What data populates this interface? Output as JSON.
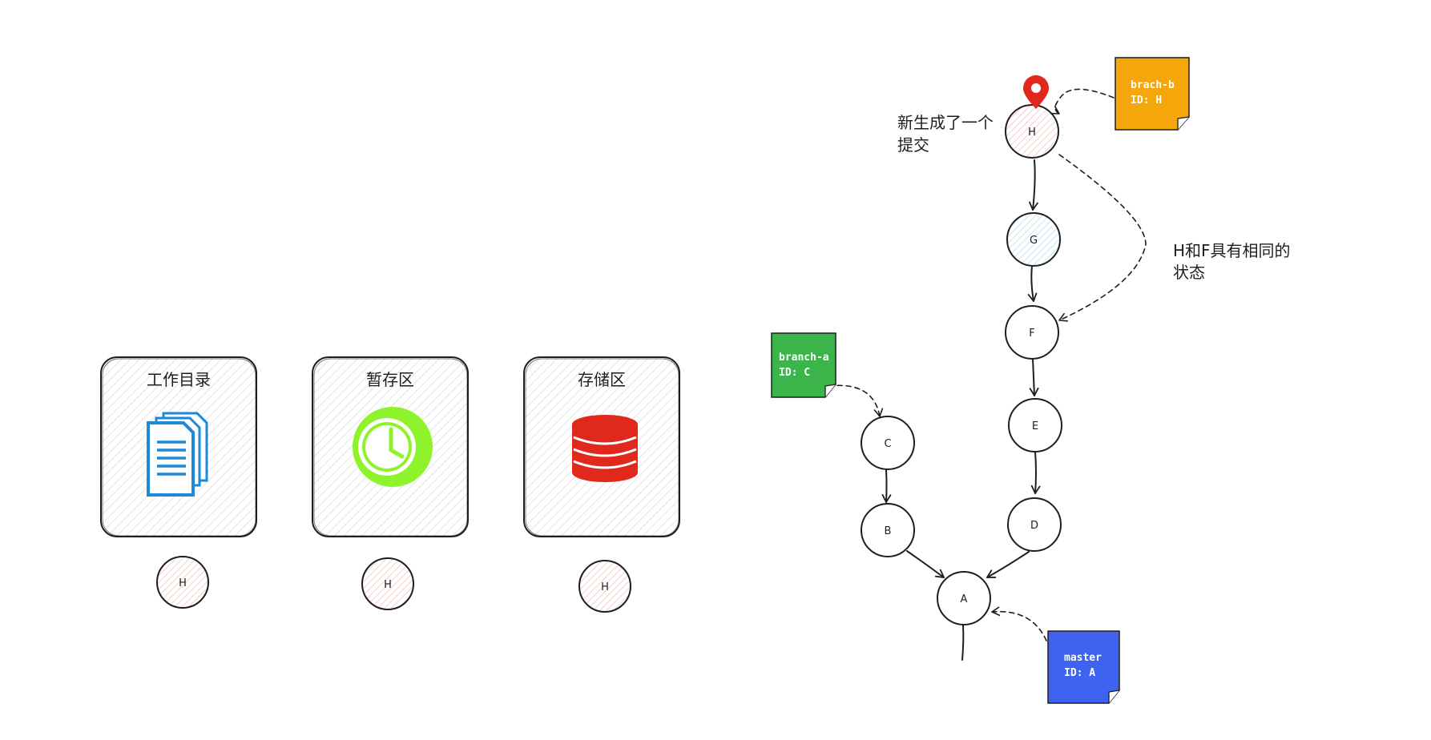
{
  "areas": [
    {
      "title": "工作目录",
      "commit": "H",
      "icon": "documents-icon",
      "color": "#1c8ad8"
    },
    {
      "title": "暂存区",
      "commit": "H",
      "icon": "clock-icon",
      "color": "#8ef32a"
    },
    {
      "title": "存储区",
      "commit": "H",
      "icon": "database-icon",
      "color": "#e0281d"
    }
  ],
  "commits": {
    "H": "H",
    "G": "G",
    "F": "F",
    "E": "E",
    "D": "D",
    "C": "C",
    "B": "B",
    "A": "A"
  },
  "branches": {
    "brach_b": {
      "name": "brach-b",
      "id_line": "ID: H",
      "color": "#f4a60b"
    },
    "branch_a": {
      "name": "branch-a",
      "id_line": "ID: C",
      "color": "#3bb44a"
    },
    "master": {
      "name": "master",
      "id_line": "ID: A",
      "color": "#3d63f0"
    }
  },
  "annotations": {
    "new_commit": {
      "line1": "新生成了一个",
      "line2": "提交"
    },
    "same_state": {
      "line1": "H和F具有相同的",
      "line2": "状态"
    }
  },
  "colors": {
    "head_marker": "#e0281d",
    "hatch_red": "#f2b6b6",
    "hatch_blue": "#a9d3f3",
    "box_hatch": "#d6d6d6"
  }
}
